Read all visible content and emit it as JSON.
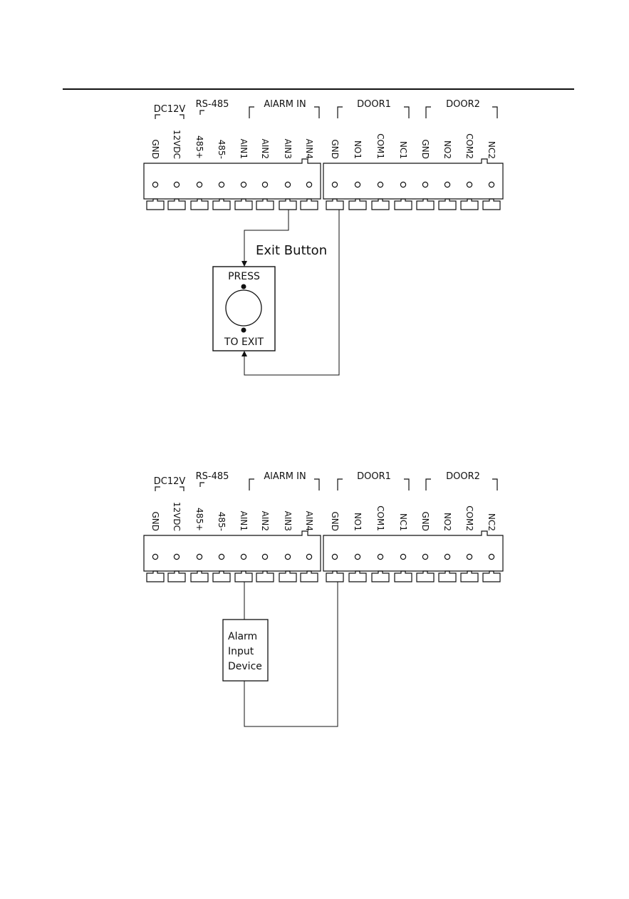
{
  "group_labels": {
    "dc12v": "DC12V",
    "rs485": "RS-485",
    "alarm_in": "AlARM IN",
    "door1": "DOOR1",
    "door2": "DOOR2"
  },
  "left_pins": [
    "GND",
    "12VDC",
    "485+",
    "485-",
    "AIN1",
    "AIN2",
    "AIN3",
    "AIN4"
  ],
  "right_pins": [
    "GND",
    "NO1",
    "COM1",
    "NC1",
    "GND",
    "NO2",
    "COM2",
    "NC2"
  ],
  "diagram1": {
    "device_label": "Exit Button",
    "button_top_text": "PRESS",
    "button_bottom_text": "TO EXIT"
  },
  "diagram2": {
    "device_lines": [
      "Alarm",
      "Input",
      "Device"
    ]
  }
}
